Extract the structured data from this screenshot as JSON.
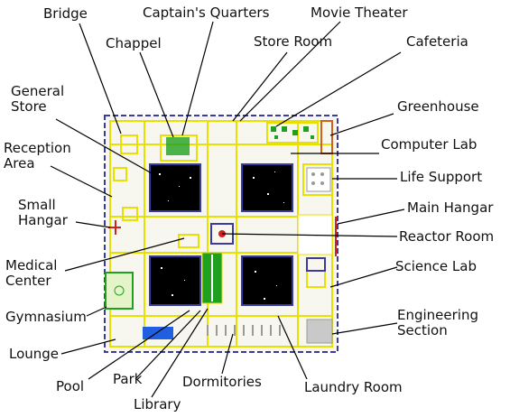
{
  "labels": {
    "bridge": "Bridge",
    "captains_quarters": "Captain's Quarters",
    "movie_theater": "Movie Theater",
    "chappel": "Chappel",
    "store_room": "Store Room",
    "cafeteria": "Cafeteria",
    "general_store": "General\nStore",
    "greenhouse": "Greenhouse",
    "reception_area": "Reception\nArea",
    "computer_lab": "Computer Lab",
    "life_support": "Life Support",
    "small_hangar": "Small\nHangar",
    "main_hangar": "Main Hangar",
    "reactor_room": "Reactor Room",
    "medical_center": "Medical\nCenter",
    "science_lab": "Science Lab",
    "gymnasium": "Gymnasium",
    "engineering_section": "Engineering\nSection",
    "lounge": "Lounge",
    "pool": "Pool",
    "park": "Park",
    "dormitories": "Dormitories",
    "laundry_room": "Laundry Room",
    "library": "Library"
  },
  "colors": {
    "wall": "#e8e000",
    "hull": "#3a3aa0",
    "space": "#000000",
    "greenery": "#1fa01f",
    "water": "#1f5fe0",
    "reactor": "#d02020",
    "machinery": "#9a9a9a",
    "leader_line": "#000000"
  }
}
